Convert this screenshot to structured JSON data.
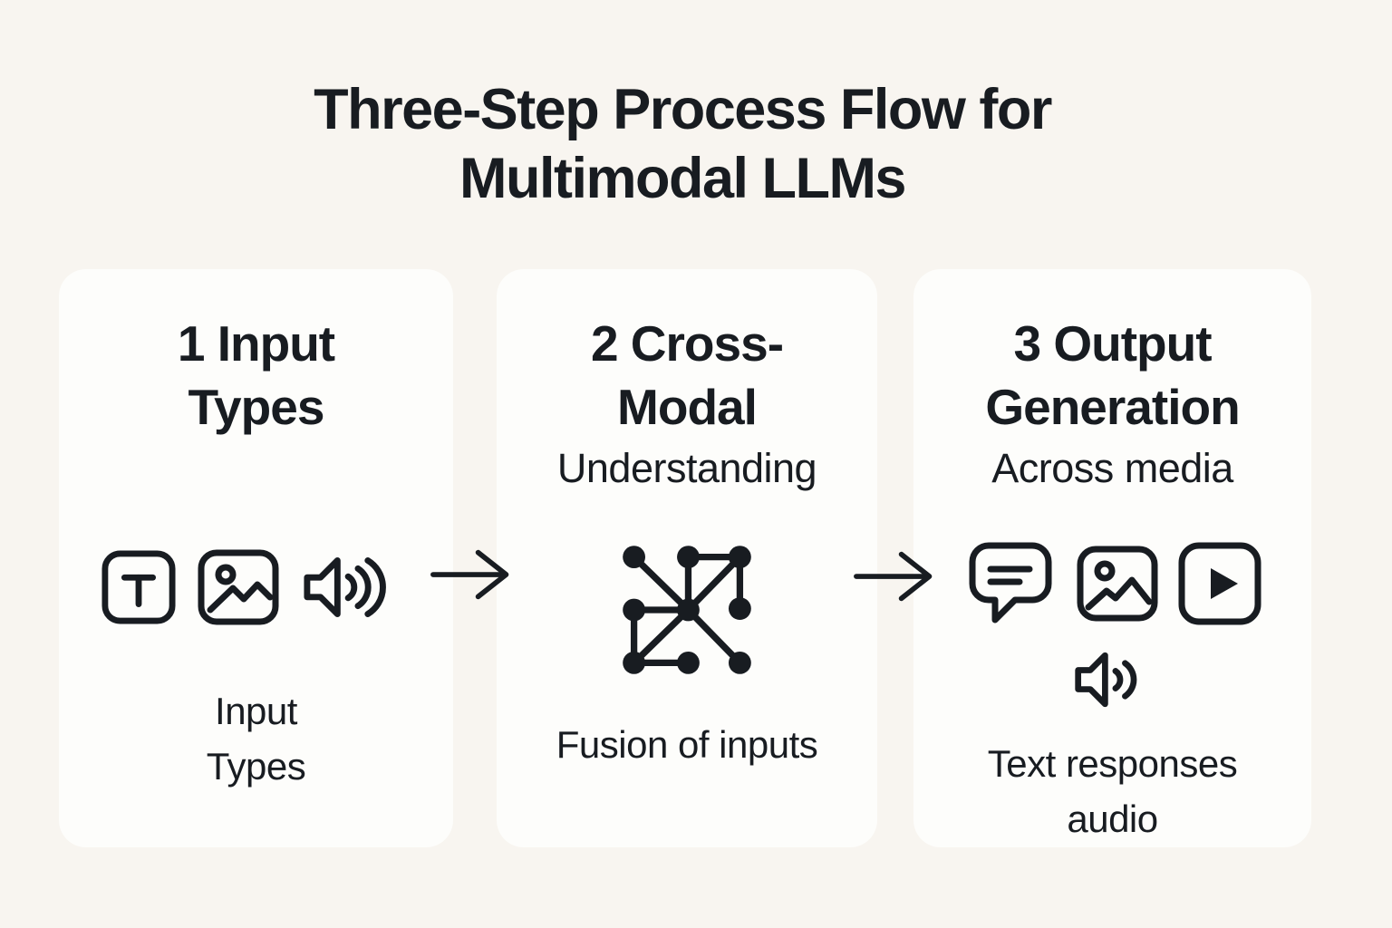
{
  "title": "Three-Step Process Flow for\nMultimodal LLMs",
  "colors": {
    "background": "#f8f5f0",
    "card": "#fdfdfb",
    "ink": "#181c21"
  },
  "steps": [
    {
      "number": "1",
      "heading": "1 Input\nTypes",
      "subtitle": "",
      "icons": [
        "text-input-icon",
        "image-icon",
        "audio-volume-icon"
      ],
      "caption": "Input\nTypes"
    },
    {
      "number": "2",
      "heading": "2 Cross-\nModal",
      "subtitle": "Understanding",
      "icons": [
        "fusion-network-icon"
      ],
      "caption": "Fusion of inputs"
    },
    {
      "number": "3",
      "heading": "3 Output\nGeneration",
      "subtitle": "Across media",
      "icons": [
        "chat-message-icon",
        "image-icon",
        "video-play-icon",
        "speaker-icon"
      ],
      "caption": "Text responses\naudio"
    }
  ],
  "arrows": [
    "right-arrow",
    "right-arrow"
  ]
}
